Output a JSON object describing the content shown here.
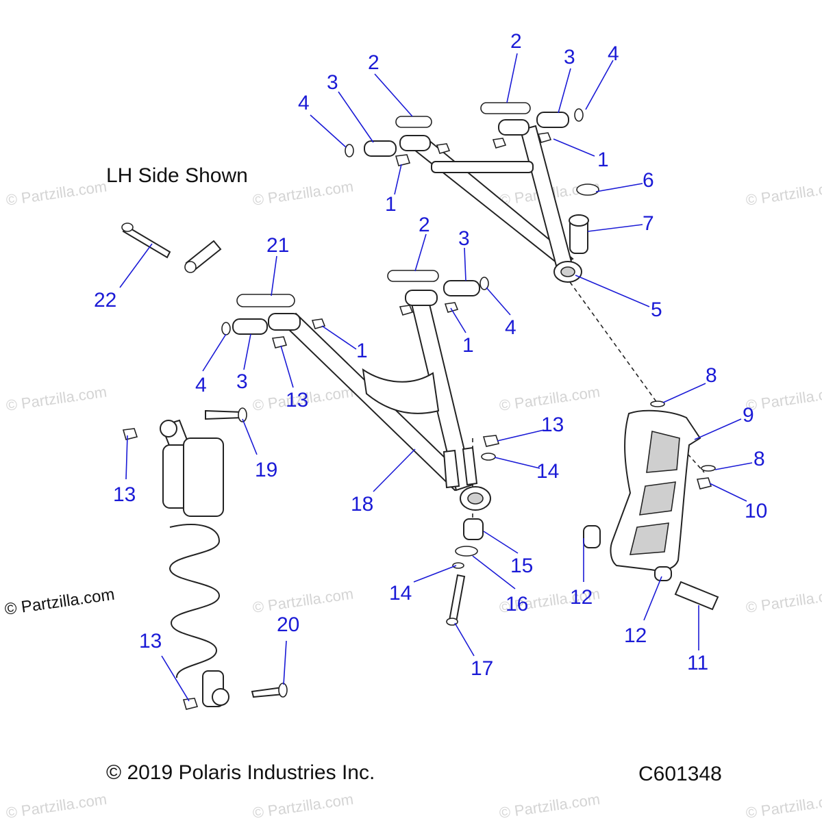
{
  "diagram": {
    "side_note": "LH Side Shown",
    "copyright": "© 2019 Polaris Industries Inc.",
    "figure_code": "C601348",
    "site_credit": "© Partzilla.com",
    "watermark_text": "© Partzilla.com",
    "colors": {
      "callout": "#1a1ad6",
      "outline": "#222222",
      "watermark": "#d4d4d4"
    },
    "callouts": [
      "1",
      "1",
      "1",
      "1",
      "2",
      "2",
      "2",
      "3",
      "3",
      "3",
      "3",
      "4",
      "4",
      "4",
      "4",
      "5",
      "6",
      "7",
      "8",
      "8",
      "9",
      "10",
      "11",
      "12",
      "12",
      "13",
      "13",
      "13",
      "13",
      "14",
      "14",
      "15",
      "16",
      "17",
      "18",
      "19",
      "20",
      "21",
      "22"
    ]
  }
}
